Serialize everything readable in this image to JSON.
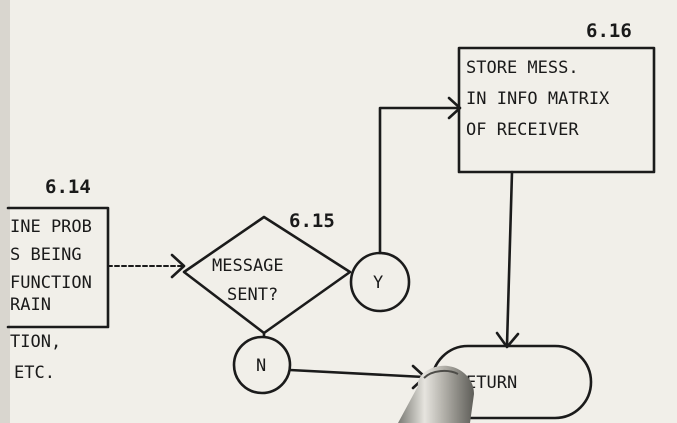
{
  "blocks": {
    "left": {
      "ref": "6.14",
      "lines": [
        "INE PROB",
        "S BEING",
        "FUNCTION",
        "RAIN",
        "TION,",
        "ETC."
      ]
    },
    "decision": {
      "ref": "6.15",
      "lines": [
        "MESSAGE",
        "SENT?"
      ]
    },
    "yes_connector": "Y",
    "no_connector": "N",
    "store": {
      "ref": "6.16",
      "lines": [
        "STORE MESS.",
        "IN INFO MATRIX",
        "OF RECEIVER"
      ]
    },
    "terminal": "ETURN"
  }
}
